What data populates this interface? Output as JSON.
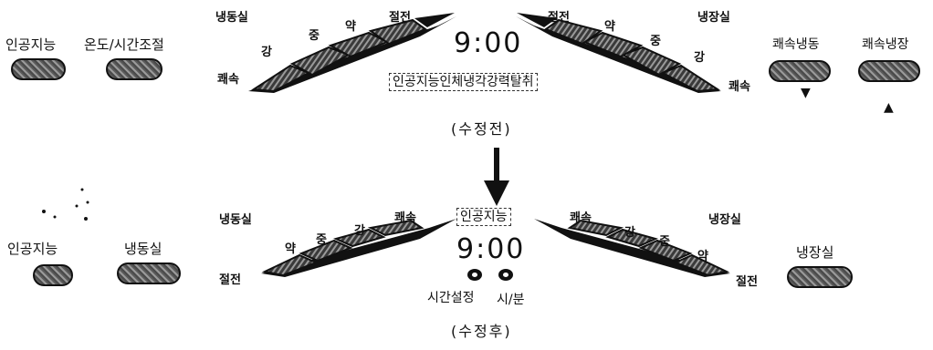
{
  "top": {
    "left_buttons": [
      {
        "label": "인공지능"
      },
      {
        "label": "온도/시간조절"
      }
    ],
    "freezer_label": "냉동실",
    "fridge_label": "냉장실",
    "freezer_levels": [
      "쾌속",
      "강",
      "중",
      "약",
      "절전"
    ],
    "fridge_levels": [
      "절전",
      "약",
      "중",
      "강",
      "쾌속"
    ],
    "clock": "9:00",
    "status_text": "인공지능인체냉각강력탈취",
    "right_buttons": [
      {
        "label": "쾌속냉동",
        "arrow": "▼"
      },
      {
        "label": "쾌속냉장",
        "arrow": "▲"
      }
    ],
    "caption": "(수정전)"
  },
  "transition_arrow": "down-arrow",
  "bottom": {
    "left_buttons": [
      {
        "label": "인공지능"
      },
      {
        "label": "냉동실"
      }
    ],
    "freezer_label": "냉동실",
    "fridge_label": "냉장실",
    "freezer_levels": [
      "절전",
      "약",
      "중",
      "강",
      "쾌속"
    ],
    "fridge_levels": [
      "쾌속",
      "강",
      "중",
      "약",
      "절전"
    ],
    "mode_text": "인공지능",
    "clock": "9:00",
    "time_buttons": [
      {
        "label": "시간설정"
      },
      {
        "label": "시/분"
      }
    ],
    "right_button": {
      "label": "냉장실"
    },
    "caption": "(수정후)"
  }
}
